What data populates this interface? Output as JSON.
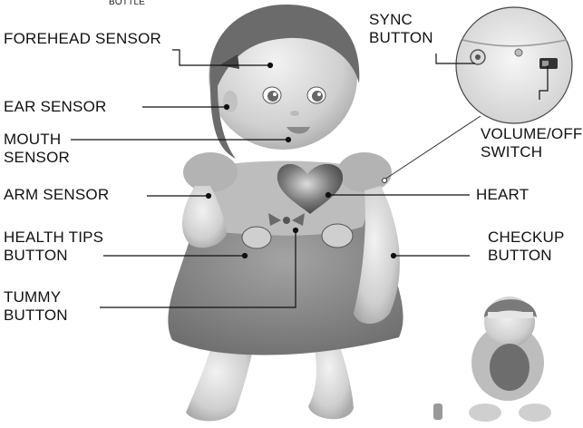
{
  "top_cut_label": "BOTTLE",
  "labels": {
    "forehead": "FOREHEAD SENSOR",
    "ear": "EAR SENSOR",
    "mouth": [
      "MOUTH",
      "SENSOR"
    ],
    "arm": "ARM SENSOR",
    "health": [
      "HEALTH TIPS",
      "BUTTON"
    ],
    "tummy": [
      "TUMMY",
      "BUTTON"
    ],
    "sync": [
      "SYNC",
      "BUTTON"
    ],
    "volume": [
      "VOLUME/OFF",
      "SWITCH"
    ],
    "heart": "HEART",
    "checkup": [
      "CHECKUP",
      "BUTTON"
    ]
  },
  "colors": {
    "ink": "#111111",
    "dress": "#8e8e8e",
    "skin": "#d8d8d8",
    "hair": "#6a6a6a",
    "heart": "#5a5a5a"
  }
}
